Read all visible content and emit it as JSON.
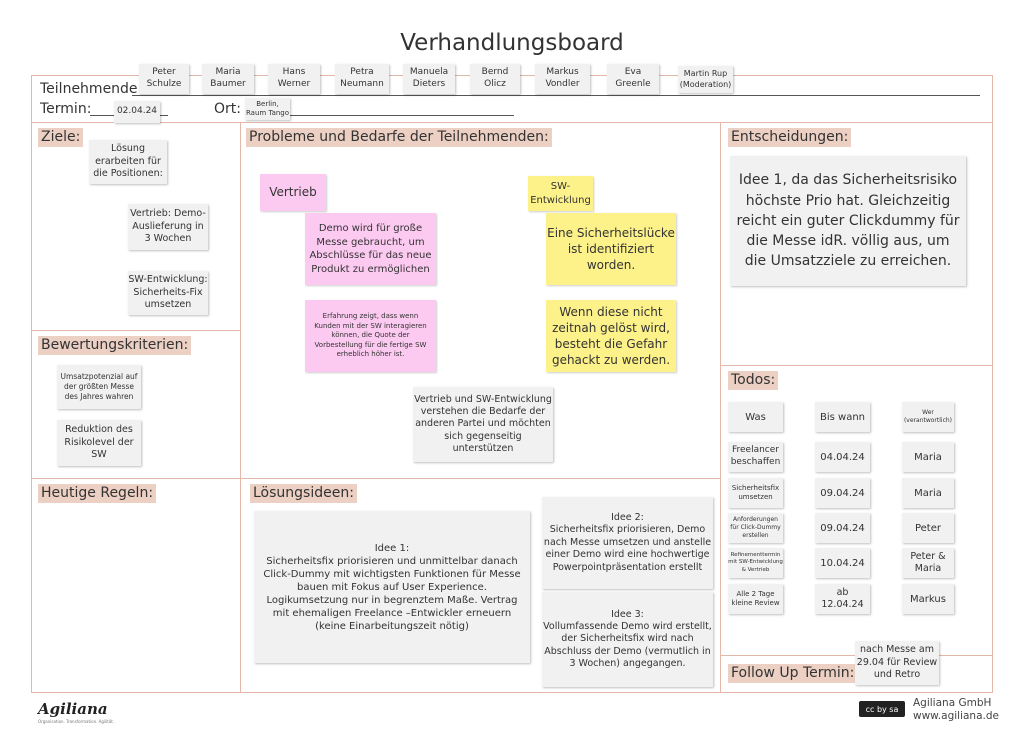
{
  "title": "Verhandlungsboard",
  "labels": {
    "participants": "Teilnehmende:",
    "date": "Termin:",
    "location": "Ort:"
  },
  "participants": [
    "Peter\nSchulze",
    "Maria\nBaumer",
    "Hans\nWerner",
    "Petra\nNeumann",
    "Manuela\nDieters",
    "Bernd\nOlicz",
    "Markus\nVondler",
    "Eva\nGreenle",
    "Martin Rup\n(Moderation)"
  ],
  "date_value": "02.04.24",
  "location_value": "Berlin,\nRaum Tango",
  "sections": {
    "goals": "Ziele:",
    "criteria": "Bewertungskriterien:",
    "rules": "Heutige Regeln:",
    "problems": "Probleme und Bedarfe der Teilnehmenden:",
    "solutions": "Lösungsideen:",
    "decisions": "Entscheidungen:",
    "todos": "Todos:",
    "followup": "Follow Up Termin:"
  },
  "goals": [
    "Lösung\nerarbeiten für\ndie Positionen:",
    "Vertrieb: Demo-\nAuslieferung in\n3 Wochen",
    "SW-Entwicklung:\nSicherheits-Fix\numsetzen"
  ],
  "criteria": [
    "Umsatzpotenzial auf\nder größten Messe\ndes Jahres wahren",
    "Reduktion des\nRisikolevel der\nSW"
  ],
  "problems": {
    "vertrieb_label": "Vertrieb",
    "vertrieb_1": "Demo wird für große\nMesse gebraucht, um\nAbschlüsse für das neue\nProdukt zu ermöglichen",
    "vertrieb_2": "Erfahrung zeigt, dass wenn\nKunden mit der SW interagieren\nkönnen, die Quote der\nVorbestellung für die fertige SW\nerheblich höher ist.",
    "sw_label": "SW-\nEntwicklung",
    "sw_1": "Eine Sicherheitslücke\nist identifiziert\nworden.",
    "sw_2": "Wenn diese nicht\nzeitnah gelöst wird,\nbesteht die Gefahr\ngehackt zu werden.",
    "shared": "Vertrieb und SW-Entwicklung\nverstehen die Bedarfe der\nanderen Partei und möchten\nsich gegenseitig\nunterstützen"
  },
  "solutions": [
    "Idee 1:\nSicherheitsfix priorisieren und unmittelbar danach\nClick-Dummy mit wichtigsten Funktionen für Messe\nbauen mit Fokus auf User Experience.\nLogikumsetzung nur in begrenztem Maße. Vertrag\nmit ehemaligen Freelance –Entwickler erneuern\n(keine Einarbeitungszeit nötig)",
    "Idee 2:\nSicherheitsfix priorisieren, Demo\nnach Messe umsetzen und anstelle\neiner Demo wird eine hochwertige\nPowerpointpräsentation erstellt",
    "Idee 3:\nVollumfassende Demo wird erstellt,\nder Sicherheitsfix wird nach\nAbschluss der Demo (vermutlich in\n3 Wochen) angegangen."
  ],
  "decision": "Idee 1, da das Sicherheitsrisiko\nhöchste Prio hat. Gleichzeitig\nreicht ein guter Clickdummy für\ndie Messe idR. völlig aus, um\ndie Umsatzziele zu erreichen.",
  "todos": {
    "headers": [
      "Was",
      "Bis wann",
      "Wer\n(verantwortlich)"
    ],
    "rows": [
      [
        "Freelancer\nbeschaffen",
        "04.04.24",
        "Maria"
      ],
      [
        "Sicherheitsfix\numsetzen",
        "09.04.24",
        "Maria"
      ],
      [
        "Anforderungen\nfür Click-Dummy\nerstellen",
        "09.04.24",
        "Peter"
      ],
      [
        "Refinementtermin\nmit SW-Entwicklung\n& Vertrieb",
        "10.04.24",
        "Peter &\nMaria"
      ],
      [
        "Alle 2 Tage\nkleine Review",
        "ab\n12.04.24",
        "Markus"
      ]
    ]
  },
  "followup": "nach Messe am\n29.04 für Review\nund Retro",
  "footer": {
    "logo": "Agiliana",
    "tagline": "Organisation. Transformation. Agilität.",
    "company": "Agiliana GmbH",
    "url": "www.agiliana.de",
    "license_badge": "cc by sa"
  }
}
